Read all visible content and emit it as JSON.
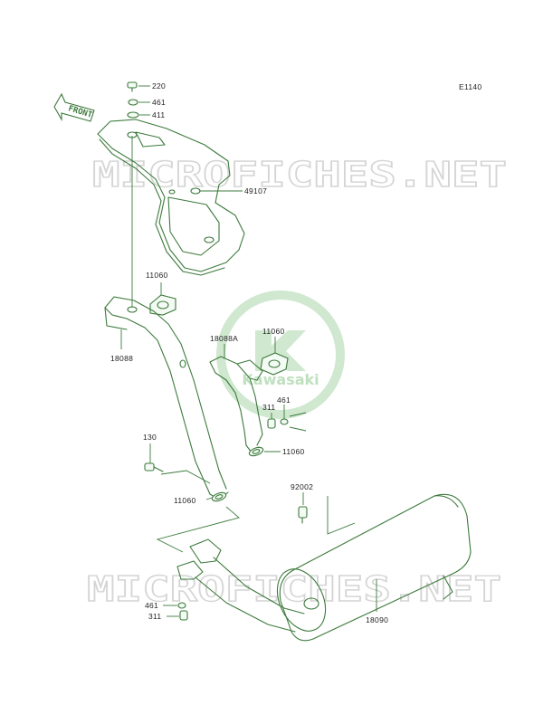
{
  "diagram_code": "E1140",
  "watermark_text": "MICROFICHES.NET",
  "logo_text": "Kawasaki",
  "front_label": "FRONT",
  "labels": {
    "p220": "220",
    "p461_top": "461",
    "p411": "411",
    "p49107": "49107",
    "p11060_a": "11060",
    "p18088": "18088",
    "p18088A": "18088A",
    "p11060_b": "11060",
    "p461_mid": "461",
    "p311_mid": "311",
    "p11060_c": "11060",
    "p130": "130",
    "p11060_d": "11060",
    "p92002": "92002",
    "p461_bot": "461",
    "p311_bot": "311",
    "p18090": "18090"
  },
  "colors": {
    "line": "#3c7a3c",
    "watermark": "#d5d5d5",
    "logo": "#cfe8cf"
  }
}
